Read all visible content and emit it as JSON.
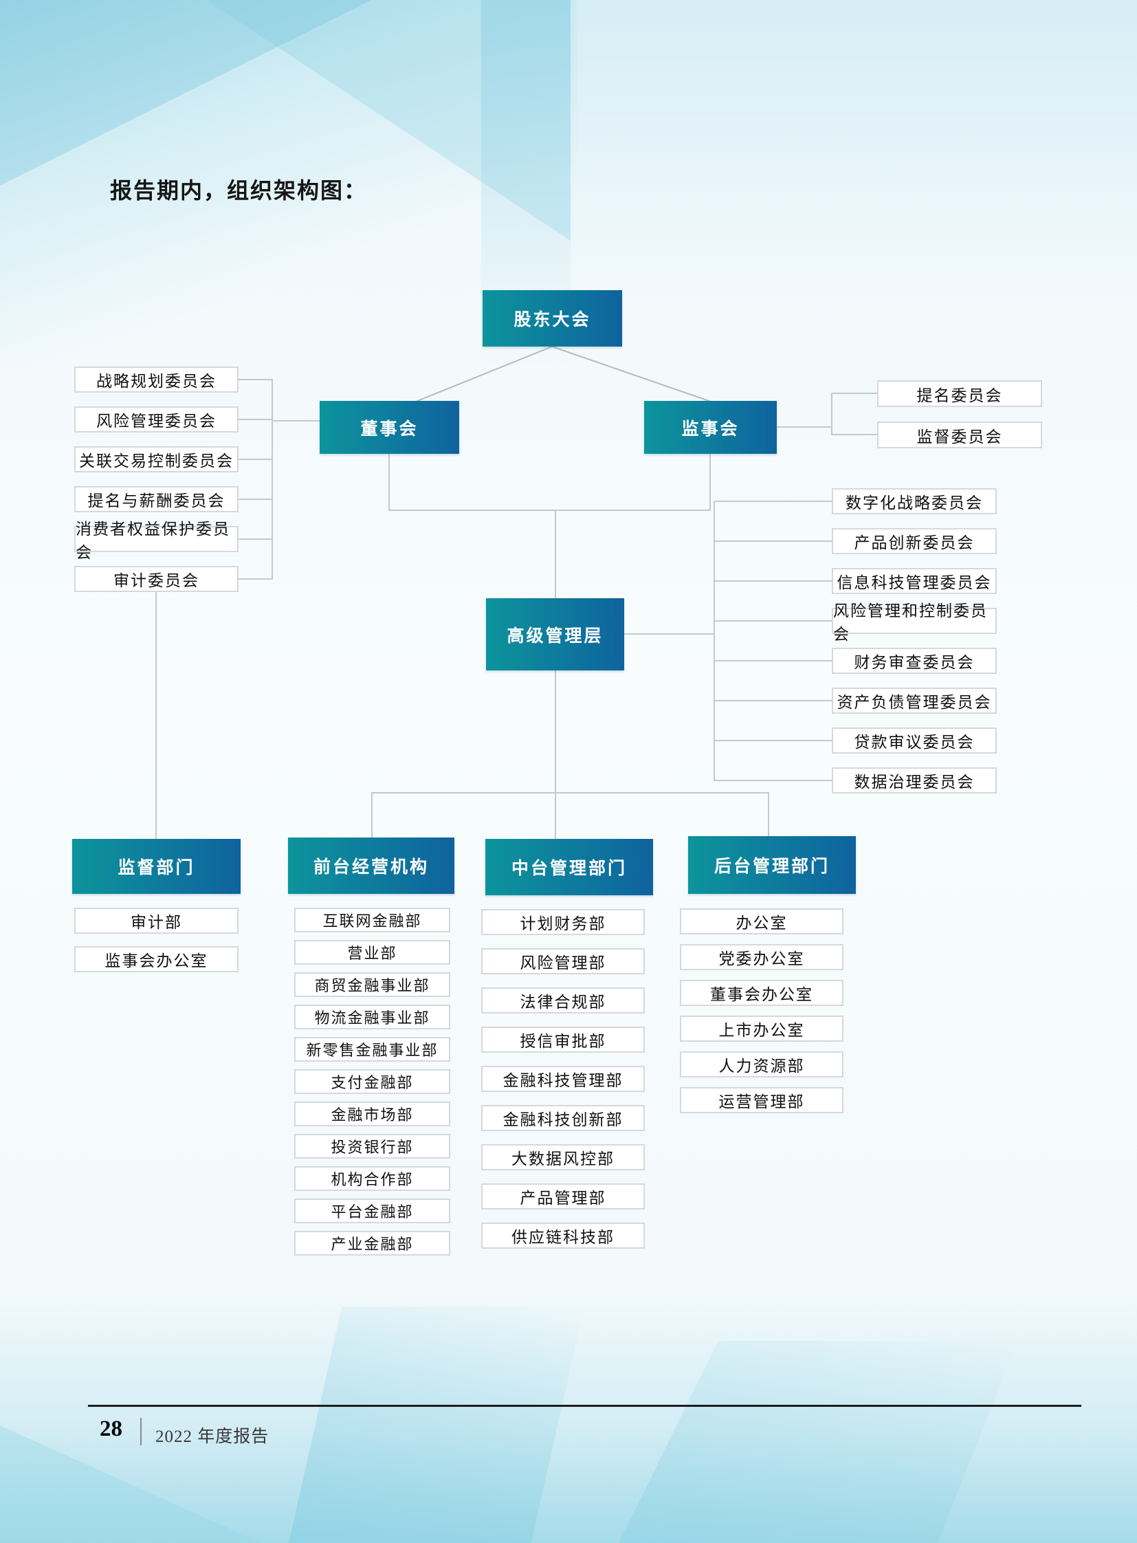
{
  "page": {
    "title": "报告期内，组织架构图：",
    "footer": {
      "page_number": "28",
      "report_title": "2022 年度报告"
    }
  },
  "colors": {
    "node_teal": "#0d949c",
    "node_blue": "#0f639e",
    "connector": "#c4c9cc",
    "box_border": "#d5d9dc"
  },
  "chart": {
    "root": "股东大会",
    "board": "董事会",
    "supervisory_board": "监事会",
    "senior_management": "高级管理层",
    "board_committees": [
      "战略规划委员会",
      "风险管理委员会",
      "关联交易控制委员会",
      "提名与薪酬委员会",
      "消费者权益保护委员会",
      "审计委员会"
    ],
    "supervisory_committees": [
      "提名委员会",
      "监督委员会"
    ],
    "management_committees": [
      "数字化战略委员会",
      "产品创新委员会",
      "信息科技管理委员会",
      "风险管理和控制委员会",
      "财务审查委员会",
      "资产负债管理委员会",
      "贷款审议委员会",
      "数据治理委员会"
    ],
    "groups": [
      {
        "header": "监督部门",
        "departments": [
          "审计部",
          "监事会办公室"
        ]
      },
      {
        "header": "前台经营机构",
        "departments": [
          "互联网金融部",
          "营业部",
          "商贸金融事业部",
          "物流金融事业部",
          "新零售金融事业部",
          "支付金融部",
          "金融市场部",
          "投资银行部",
          "机构合作部",
          "平台金融部",
          "产业金融部"
        ]
      },
      {
        "header": "中台管理部门",
        "departments": [
          "计划财务部",
          "风险管理部",
          "法律合规部",
          "授信审批部",
          "金融科技管理部",
          "金融科技创新部",
          "大数据风控部",
          "产品管理部",
          "供应链科技部"
        ]
      },
      {
        "header": "后台管理部门",
        "departments": [
          "办公室",
          "党委办公室",
          "董事会办公室",
          "上市办公室",
          "人力资源部",
          "运营管理部"
        ]
      }
    ]
  }
}
